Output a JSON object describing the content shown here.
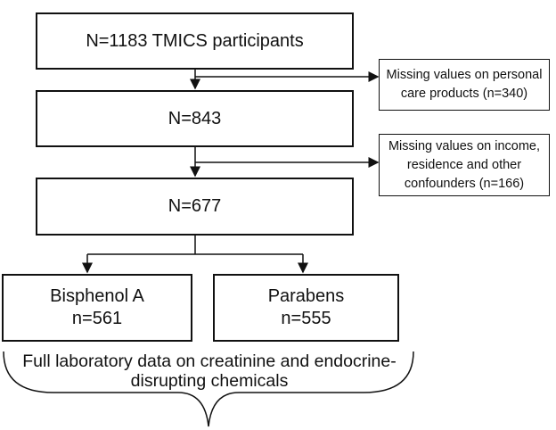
{
  "flowchart": {
    "total": "N=1183 TMICS participants",
    "excluded_1": [
      "Missing values on personal",
      "care products (n=340)"
    ],
    "step_2": "N=843",
    "excluded_2": [
      "Missing values on income,",
      "residence and other",
      "confounders (n=166)"
    ],
    "step_3": "N=677",
    "branch_left": [
      "Bisphenol A",
      "n=561"
    ],
    "branch_right": [
      "Parabens",
      "n=555"
    ],
    "footnote": [
      "Full laboratory data on creatinine and endocrine-",
      "disrupting chemicals"
    ]
  },
  "colors": {
    "line": "#111111",
    "background": "#ffffff"
  }
}
